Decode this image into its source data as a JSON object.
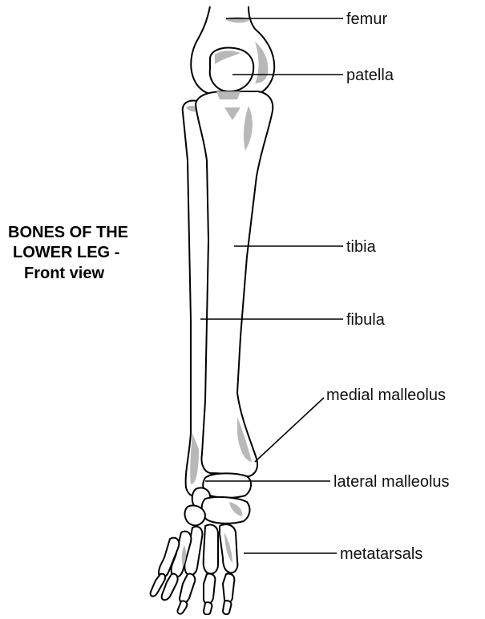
{
  "title": {
    "line1": "BONES OF THE",
    "line2": "LOWER LEG -",
    "line3": "Front view"
  },
  "labels": {
    "femur": "femur",
    "patella": "patella",
    "tibia": "tibia",
    "fibula": "fibula",
    "medial_malleolus": "medial malleolus",
    "lateral_malleolus": "lateral malleolus",
    "metatarsals": "metatarsals"
  },
  "colors": {
    "outline": "#000000",
    "shading": "#b8b8b8",
    "background": "#ffffff"
  }
}
